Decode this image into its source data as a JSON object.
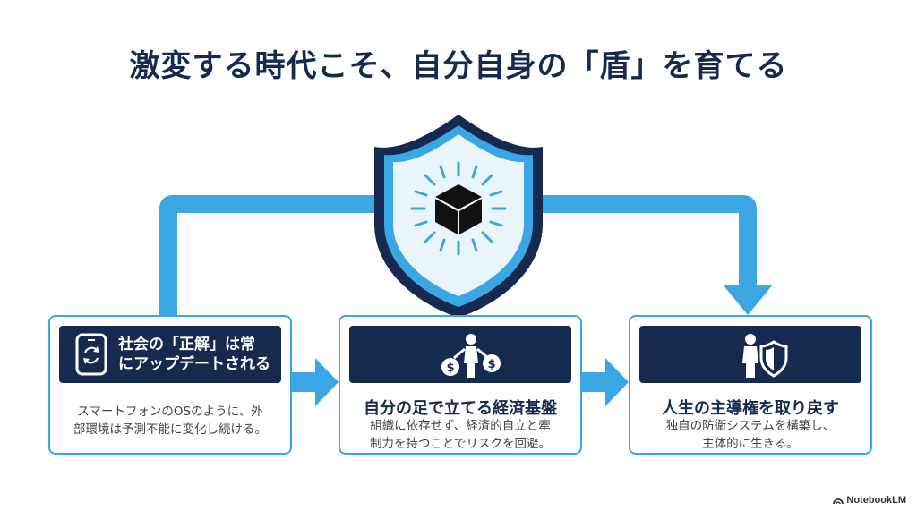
{
  "title": "激変する時代こそ、自分自身の「盾」を育てる",
  "steps": [
    {
      "label_line1": "社会の「正解」は常",
      "label_line2": "にアップデートされる",
      "desc_line1": "スマートフォンのOSのように、外",
      "desc_line2": "部環境は予測不能に変化し続ける。",
      "icon": "smartphone-sync-icon"
    },
    {
      "title": "自分の足で立てる経済基盤",
      "desc_line1": "組織に依存せず、経済的自立と牽",
      "desc_line2": "制力を持つことでリスクを回避。",
      "icon": "person-money-bags-icon"
    },
    {
      "title": "人生の主導権を取り戻す",
      "desc_line1": "独自の防衛システムを構築し、",
      "desc_line2": "主体的に生きる。",
      "icon": "person-shield-icon"
    }
  ],
  "brand": "NotebookLM",
  "colors": {
    "navy": "#16294f",
    "accent": "#3aa7e4",
    "shield_light": "#eaf4fb"
  }
}
